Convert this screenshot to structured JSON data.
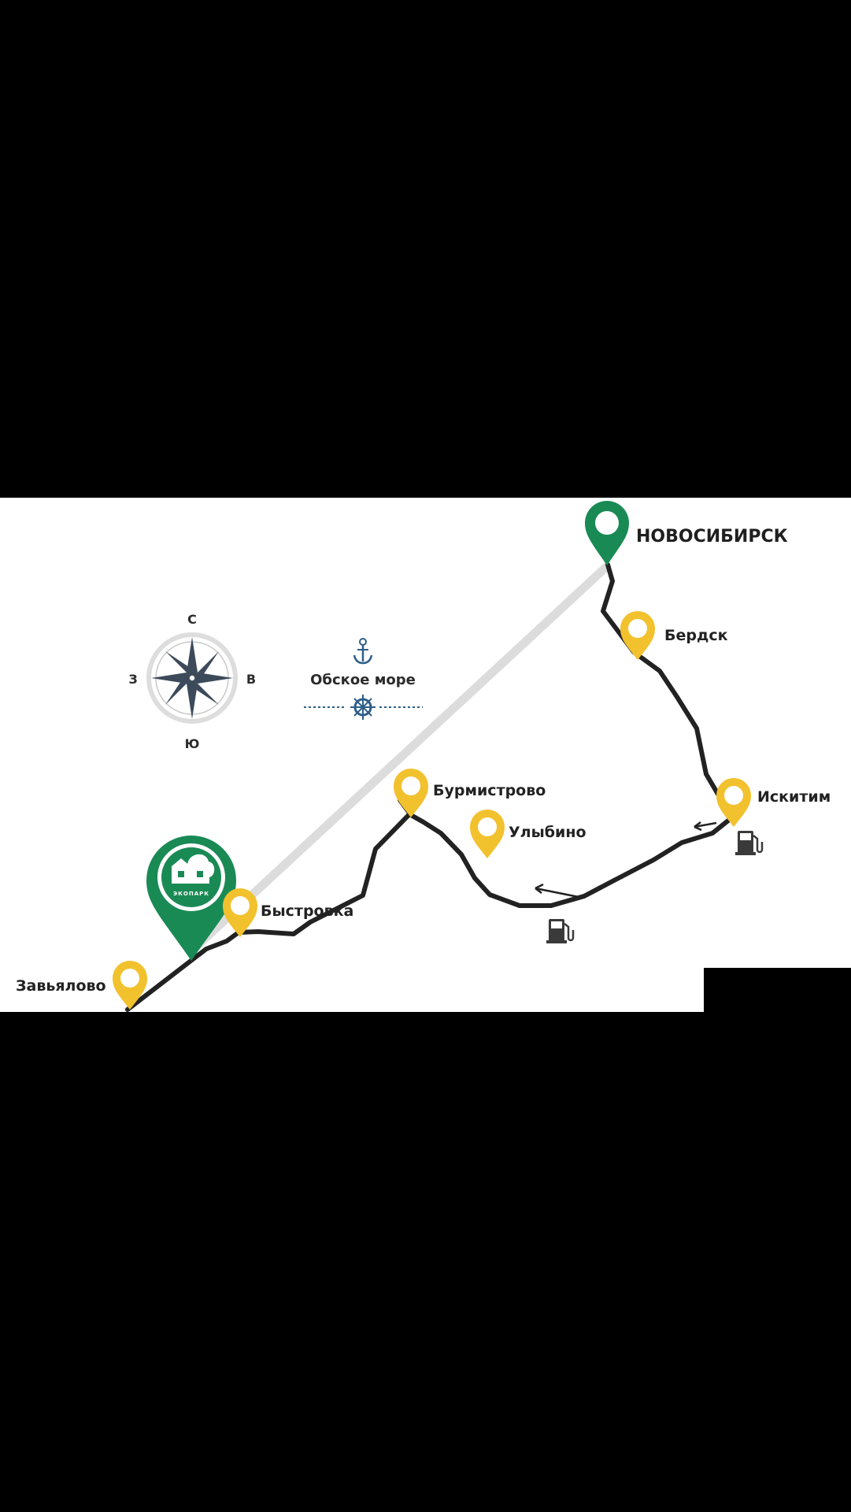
{
  "map": {
    "colors": {
      "background": "#000000",
      "panel": "#ffffff",
      "route": "#222222",
      "direct_route": "#dcdcdc",
      "brand_green": "#1a8a55",
      "marker_yellow": "#f2c12e",
      "compass": "#3c4a5a",
      "sea_blue": "#2e5e88"
    },
    "destination": {
      "label": "НОВОСИБИРСК",
      "icon": "map-pin-icon"
    },
    "ecopark": {
      "label": "ЭКОПАРК",
      "icon": "house-trees-logo-icon"
    },
    "places": [
      {
        "id": "berdsk",
        "label": "Бердск"
      },
      {
        "id": "iskitim",
        "label": "Искитим"
      },
      {
        "id": "burmistrovo",
        "label": "Бурмистрово"
      },
      {
        "id": "ulybino",
        "label": "Улыбино"
      },
      {
        "id": "bystrovka",
        "label": "Быстровка"
      },
      {
        "id": "zavyalovo",
        "label": "Завьялово"
      }
    ],
    "compass": {
      "north": "С",
      "south": "Ю",
      "west": "З",
      "east": "В",
      "icon": "compass-rose-icon"
    },
    "sea": {
      "label": "Обское море",
      "icons": [
        "anchor-icon",
        "ship-wheel-icon"
      ]
    },
    "gas_stations": [
      {
        "id": "gas-iskitim",
        "label": "АЗС",
        "icon": "gas-station-icon"
      },
      {
        "id": "gas-route",
        "label": "АЗС",
        "icon": "gas-station-icon"
      }
    ],
    "direction_arrows": [
      "arrow-left-icon",
      "arrow-left-icon"
    ]
  }
}
